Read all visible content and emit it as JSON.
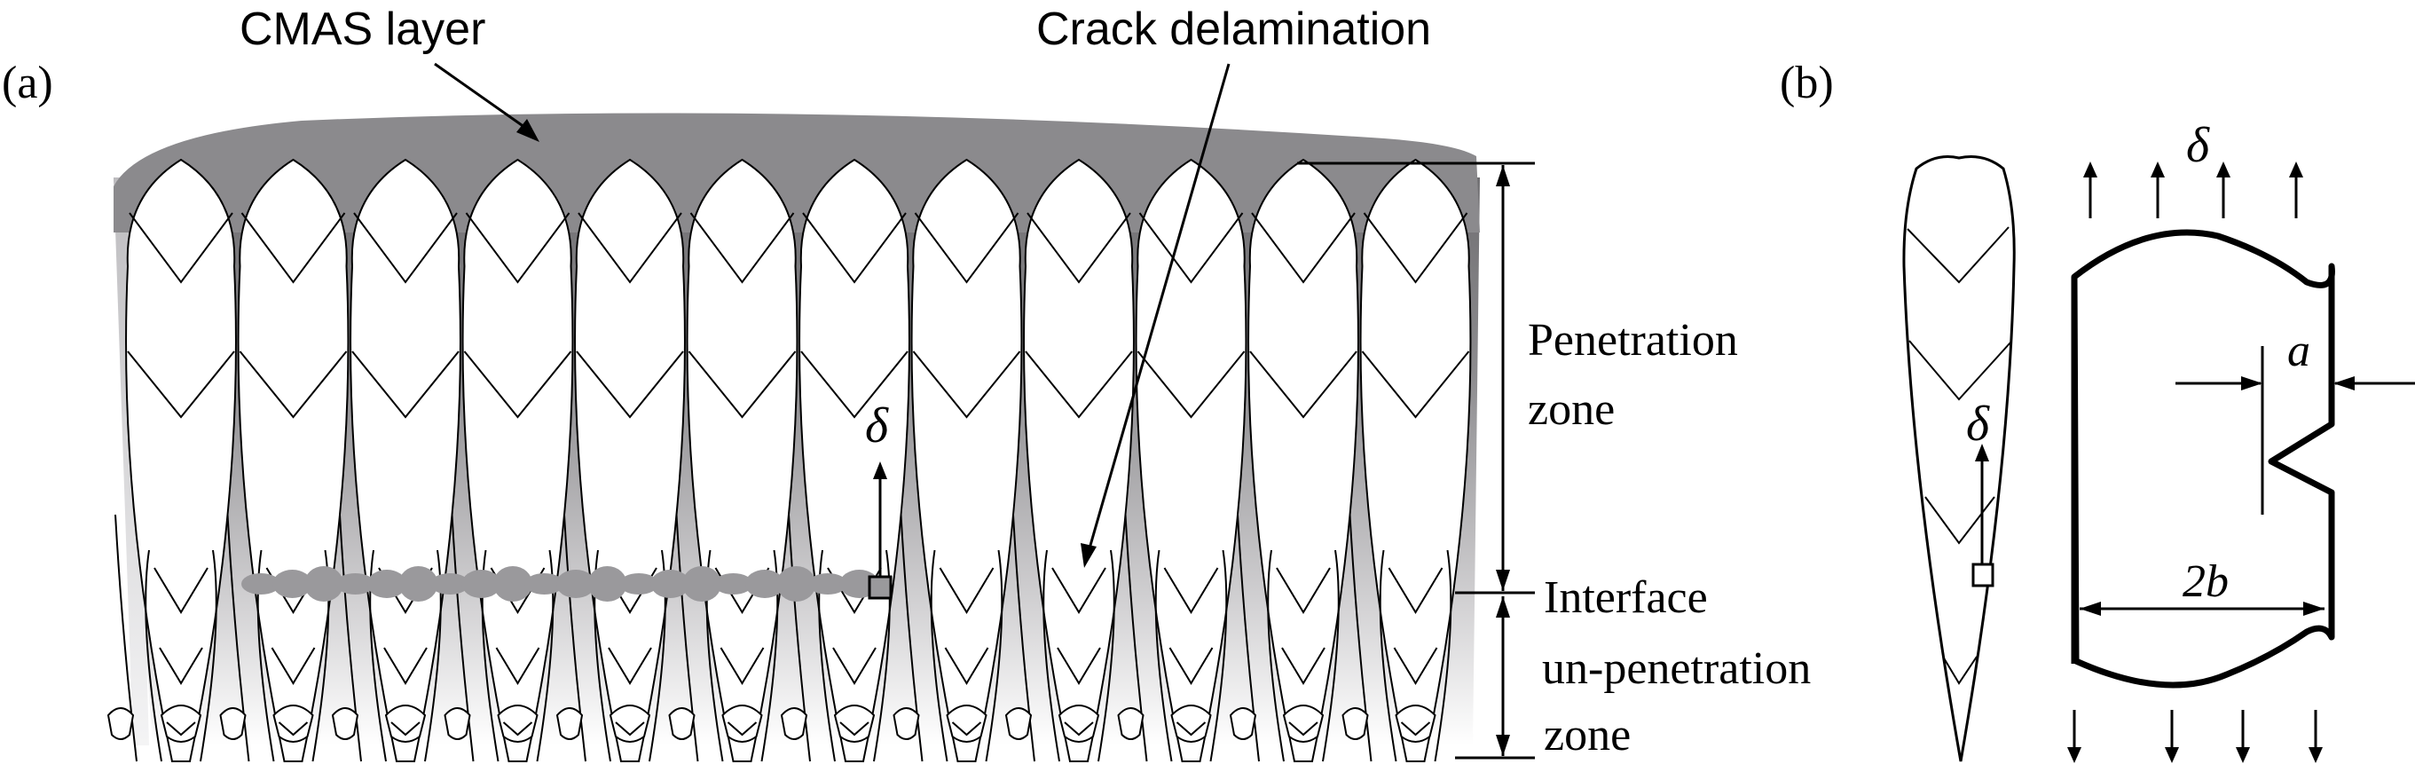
{
  "panels": {
    "a": {
      "label": "(a)",
      "cmas_label": "CMAS layer",
      "crack_label": "Crack delamination",
      "delta_symbol": "δ",
      "penetration_zone": [
        "Penetration",
        "zone"
      ],
      "interface_label": "Interface",
      "unpenetration_zone": [
        "un-penetration",
        "zone"
      ],
      "column_count": 12
    },
    "b": {
      "label": "(b)",
      "delta_top": "δ",
      "delta_column": "δ",
      "crack_length": "a",
      "width": "2b"
    }
  },
  "colors": {
    "cmas": "#8b8a8d",
    "crack": "#9a999c",
    "gap_gradient_top": "#6f6e71",
    "gap_gradient_bottom": "#ffffff",
    "line": "#000000"
  }
}
